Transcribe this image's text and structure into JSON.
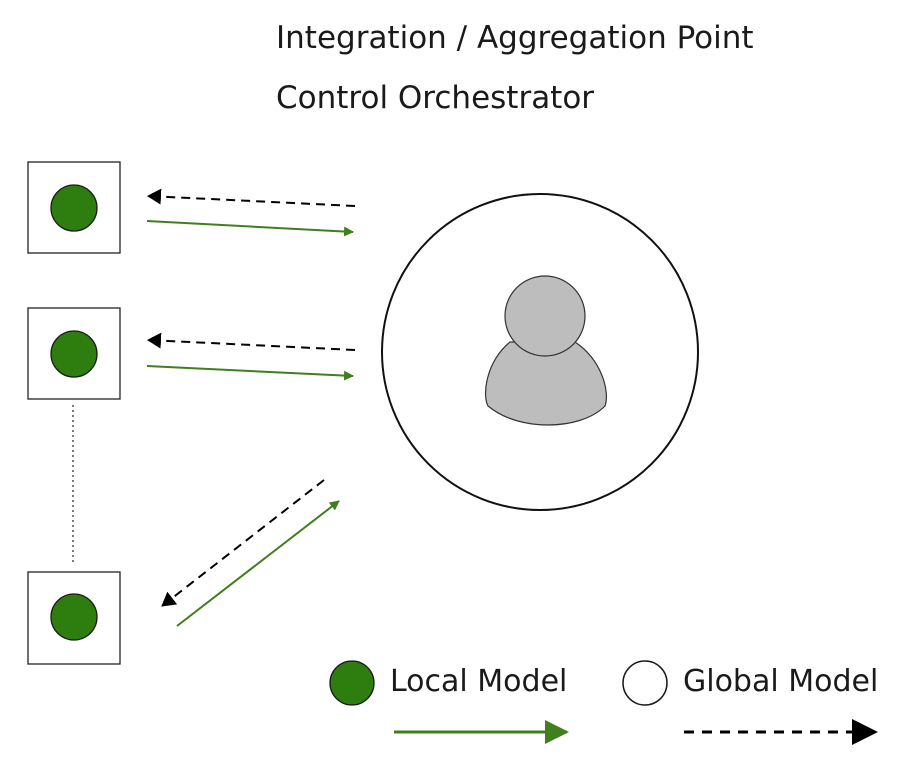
{
  "header": {
    "line1": "Integration / Aggregation Point",
    "line2": "Control Orchestrator"
  },
  "legend": {
    "local_model": "Local Model",
    "global_model": "Global Model"
  },
  "colors": {
    "local_model_fill": "#2e7d0f",
    "local_arrow": "#3f7f1d",
    "global_arrow": "#000000",
    "person": "#bdbdbd"
  },
  "icons": {
    "server": "person-icon"
  }
}
